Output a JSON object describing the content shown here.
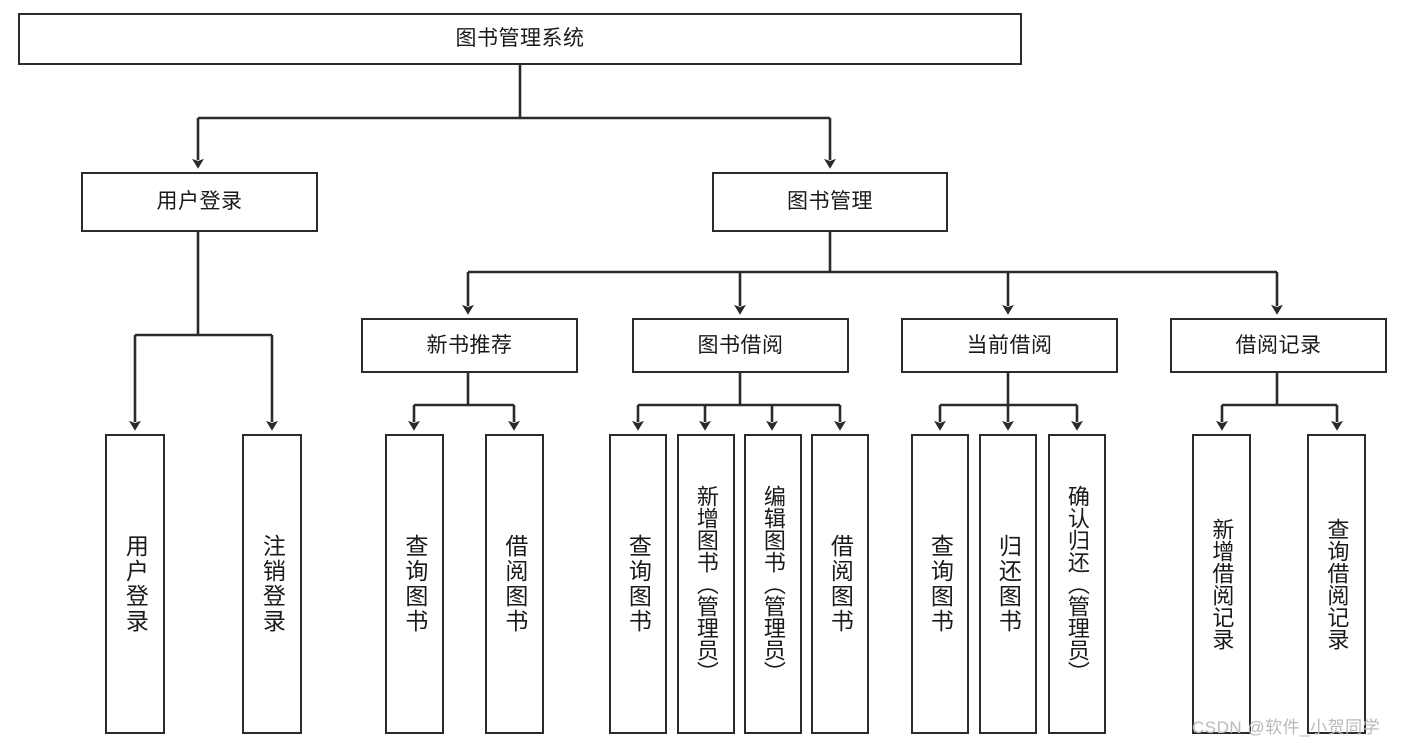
{
  "diagram": {
    "title": "图书管理系统",
    "type": "hierarchy-tree",
    "levels": [
      {
        "level": 1,
        "nodes": [
          {
            "id": "root",
            "label": "图书管理系统",
            "orientation": "horizontal"
          }
        ]
      },
      {
        "level": 2,
        "nodes": [
          {
            "id": "user-login",
            "label": "用户登录",
            "orientation": "horizontal",
            "parent": "root"
          },
          {
            "id": "book-manage",
            "label": "图书管理",
            "orientation": "horizontal",
            "parent": "root"
          }
        ]
      },
      {
        "level": 3,
        "nodes": [
          {
            "id": "new-book-rec",
            "label": "新书推荐",
            "orientation": "horizontal",
            "parent": "book-manage"
          },
          {
            "id": "book-borrow",
            "label": "图书借阅",
            "orientation": "horizontal",
            "parent": "book-manage"
          },
          {
            "id": "current-borrow",
            "label": "当前借阅",
            "orientation": "horizontal",
            "parent": "book-manage"
          },
          {
            "id": "borrow-record",
            "label": "借阅记录",
            "orientation": "horizontal",
            "parent": "book-manage"
          }
        ]
      },
      {
        "level": 4,
        "nodes": [
          {
            "id": "leaf-user-login",
            "label": "用户登录",
            "orientation": "vertical",
            "parent": "user-login"
          },
          {
            "id": "leaf-logout",
            "label": "注销登录",
            "orientation": "vertical",
            "parent": "user-login"
          },
          {
            "id": "leaf-query-book-1",
            "label": "查询图书",
            "orientation": "vertical",
            "parent": "new-book-rec"
          },
          {
            "id": "leaf-borrow-book-1",
            "label": "借阅图书",
            "orientation": "vertical",
            "parent": "new-book-rec"
          },
          {
            "id": "leaf-query-book-2",
            "label": "查询图书",
            "orientation": "vertical",
            "parent": "book-borrow"
          },
          {
            "id": "leaf-add-book",
            "label": "新增图书（管理员）",
            "orientation": "vertical",
            "parent": "book-borrow"
          },
          {
            "id": "leaf-edit-book",
            "label": "编辑图书（管理员）",
            "orientation": "vertical",
            "parent": "book-borrow"
          },
          {
            "id": "leaf-borrow-book-2",
            "label": "借阅图书",
            "orientation": "vertical",
            "parent": "book-borrow"
          },
          {
            "id": "leaf-query-book-3",
            "label": "查询图书",
            "orientation": "vertical",
            "parent": "current-borrow"
          },
          {
            "id": "leaf-return-book",
            "label": "归还图书",
            "orientation": "vertical",
            "parent": "current-borrow"
          },
          {
            "id": "leaf-confirm-return",
            "label": "确认归还（管理员）",
            "orientation": "vertical",
            "parent": "current-borrow"
          },
          {
            "id": "leaf-add-record",
            "label": "新增借阅记录",
            "orientation": "vertical",
            "parent": "borrow-record"
          },
          {
            "id": "leaf-query-record",
            "label": "查询借阅记录",
            "orientation": "vertical",
            "parent": "borrow-record"
          }
        ]
      }
    ]
  },
  "watermark": {
    "text": "CSDN @软件_小贺同学"
  },
  "colors": {
    "stroke": "#2b2b2b",
    "fill": "#ffffff",
    "text": "#1a1a1a",
    "watermark": "#b9b9b9"
  }
}
